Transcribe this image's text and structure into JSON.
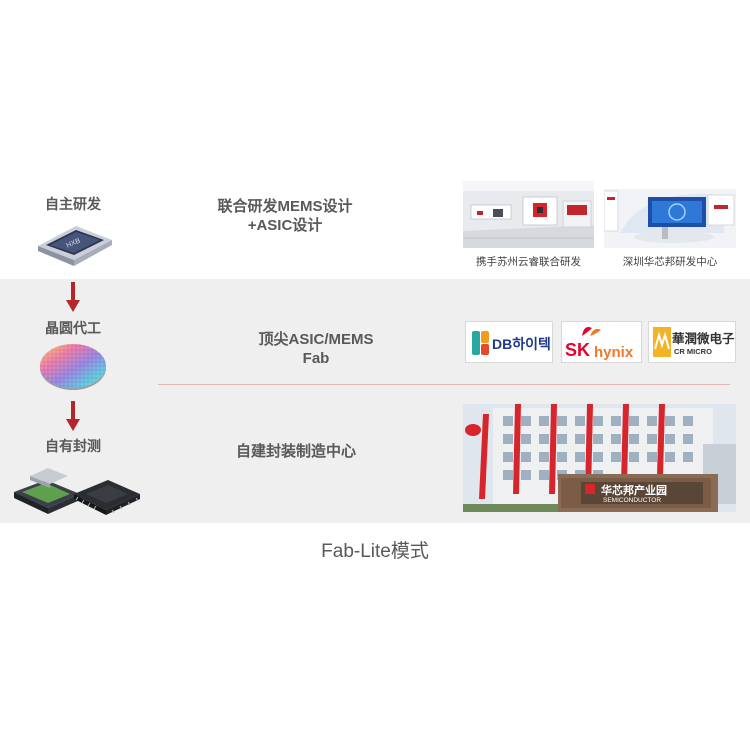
{
  "steps": [
    {
      "label": "自主研发"
    },
    {
      "label": "晶圆代工"
    },
    {
      "label": "自有封测"
    }
  ],
  "descriptions": [
    {
      "line1": "联合研发MEMS设计",
      "line2": "+ASIC设计"
    },
    {
      "line1": "顶尖ASIC/MEMS",
      "line2": "Fab"
    },
    {
      "line1": "自建封装制造中心"
    }
  ],
  "photos": {
    "lab1_caption": "携手苏州云睿联合研发",
    "lab2_caption": "深圳华芯邦研发中心",
    "building_sign": "华芯邦产业园",
    "building_sign_sub": "SEMICONDUCTOR"
  },
  "logos": {
    "db_hitek": {
      "text": "DB하이텍"
    },
    "sk_hynix": {
      "text_sk": "SK",
      "text_hynix": "hynix"
    },
    "cr_micro": {
      "text_cn": "華潤微电子",
      "text_en": "CR MICRO"
    }
  },
  "chip_text": "HXB",
  "footer": "Fab-Lite模式",
  "colors": {
    "arrow": "#b5262b",
    "band": "#efefef",
    "text": "#595959",
    "divider": "#e0b7b7"
  }
}
